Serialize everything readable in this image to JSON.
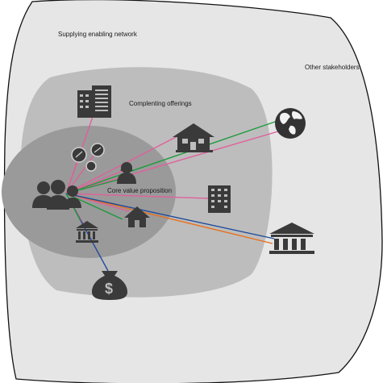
{
  "diagram": {
    "labels": {
      "supplying_network": "Supplying enabling network",
      "other_stakeholders": "Other stakeholders",
      "complementing_offerings": "Complenting offerings",
      "core_value_proposition": "Core value proposition"
    },
    "layers": [
      {
        "name": "supplying-enabling-network",
        "color": "#e6e6e6"
      },
      {
        "name": "complementing-offerings",
        "color": "#bdbdbd"
      },
      {
        "name": "core-value-proposition",
        "color": "#9a9a9a"
      }
    ],
    "icons": [
      {
        "id": "customers",
        "icon": "people-group-icon"
      },
      {
        "id": "office-building",
        "icon": "office-building-icon"
      },
      {
        "id": "houses",
        "icon": "houses-icon"
      },
      {
        "id": "globe",
        "icon": "globe-icon"
      },
      {
        "id": "coins",
        "icon": "coins-icon"
      },
      {
        "id": "person",
        "icon": "person-icon"
      },
      {
        "id": "apartment",
        "icon": "apartment-building-icon"
      },
      {
        "id": "house",
        "icon": "house-icon"
      },
      {
        "id": "bank-small",
        "icon": "bank-icon"
      },
      {
        "id": "bank-large",
        "icon": "bank-icon"
      },
      {
        "id": "money-bag",
        "icon": "money-bag-icon"
      }
    ],
    "line_colors": {
      "pink": "#e0609a",
      "green": "#1e9a3c",
      "orange": "#e8701e",
      "blue": "#1e4a9a"
    },
    "icon_color": "#3a3a3a"
  }
}
